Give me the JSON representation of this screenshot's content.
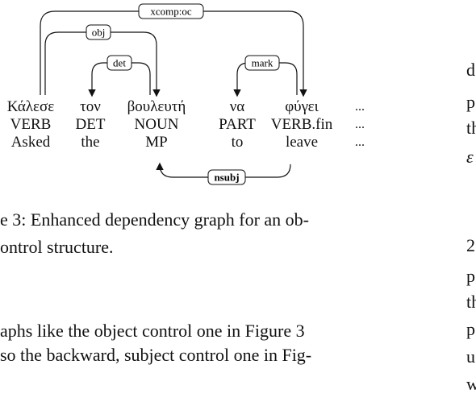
{
  "figure": {
    "tokens": [
      {
        "word": "Κάλεσε",
        "pos": "VERB",
        "gloss": "Asked"
      },
      {
        "word": "τον",
        "pos": "DET",
        "gloss": "the"
      },
      {
        "word": "βουλευτή",
        "pos": "NOUN",
        "gloss": "MP"
      },
      {
        "word": "να",
        "pos": "PART",
        "gloss": "to"
      },
      {
        "word": "φύγει",
        "pos": "VERB.fin",
        "gloss": "leave"
      },
      {
        "word": "...",
        "pos": "...",
        "gloss": "..."
      }
    ],
    "edges": {
      "xcomp": "xcomp:oc",
      "obj": "obj",
      "det": "det",
      "mark": "mark",
      "nsubj": "nsubj"
    }
  },
  "caption": "e 3: Enhanced dependency graph for an ob-\nontrol structure.",
  "body_text": "aphs like the object control one in Figure 3\nso the backward, subject control one in Fig-",
  "right_column": {
    "line1": "d",
    "line2": "p",
    "line3": "th",
    "line4": "ε",
    "line5": "2",
    "line6": "p",
    "line7": "th",
    "line8": "p",
    "line9": "u",
    "line10": "w"
  }
}
